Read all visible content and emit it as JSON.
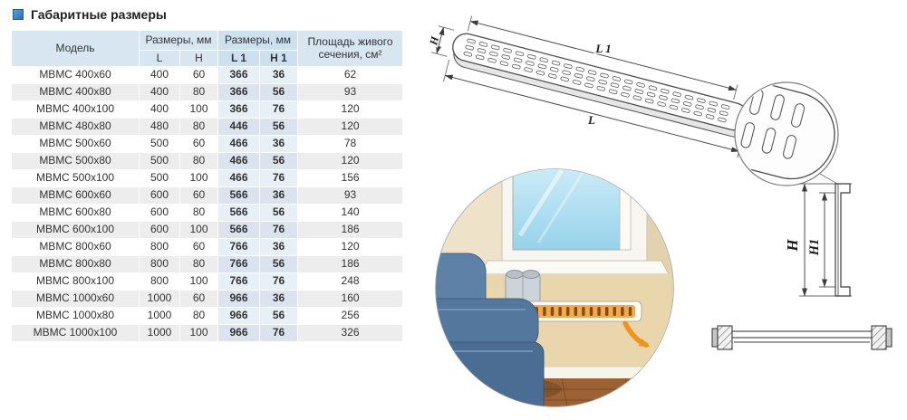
{
  "title": "Габаритные размеры",
  "table": {
    "col_model": "Модель",
    "col_dims_lh": "Размеры, мм",
    "col_dims_l1h1": "Размеры, мм",
    "col_area": "Площадь живого сечения, см²",
    "sub_l": "L",
    "sub_h": "H",
    "sub_l1": "L 1",
    "sub_h1": "H 1",
    "rows": [
      [
        "МВМС 400x60",
        "400",
        "60",
        "366",
        "36",
        "62"
      ],
      [
        "МВМС 400x80",
        "400",
        "80",
        "366",
        "56",
        "93"
      ],
      [
        "МВМС 400x100",
        "400",
        "100",
        "366",
        "76",
        "120"
      ],
      [
        "МВМС 480x80",
        "480",
        "80",
        "446",
        "56",
        "120"
      ],
      [
        "МВМС 500x60",
        "500",
        "60",
        "466",
        "36",
        "78"
      ],
      [
        "МВМС 500x80",
        "500",
        "80",
        "466",
        "56",
        "120"
      ],
      [
        "МВМС 500x100",
        "500",
        "100",
        "466",
        "76",
        "156"
      ],
      [
        "МВМС 600x60",
        "600",
        "60",
        "566",
        "36",
        "93"
      ],
      [
        "МВМС 600x80",
        "600",
        "80",
        "566",
        "56",
        "140"
      ],
      [
        "МВМС 600x100",
        "600",
        "100",
        "566",
        "76",
        "186"
      ],
      [
        "МВМС 800x60",
        "800",
        "60",
        "766",
        "36",
        "120"
      ],
      [
        "МВМС 800x80",
        "800",
        "80",
        "766",
        "56",
        "186"
      ],
      [
        "МВМС 800x100",
        "800",
        "100",
        "766",
        "76",
        "248"
      ],
      [
        "МВМС 1000x60",
        "1000",
        "60",
        "966",
        "36",
        "160"
      ],
      [
        "МВМС 1000x80",
        "1000",
        "80",
        "966",
        "56",
        "256"
      ],
      [
        "МВМС 1000x100",
        "1000",
        "100",
        "966",
        "76",
        "326"
      ]
    ]
  },
  "diagram": {
    "label_l": "L",
    "label_l1": "L 1",
    "label_h": "H",
    "label_h1": "H1"
  },
  "colors": {
    "accent_blue": "#2d6faf",
    "header_blue": "#d8e6f2",
    "highlight_col": "#e7eff7",
    "arrow_orange": "#f0941f"
  }
}
